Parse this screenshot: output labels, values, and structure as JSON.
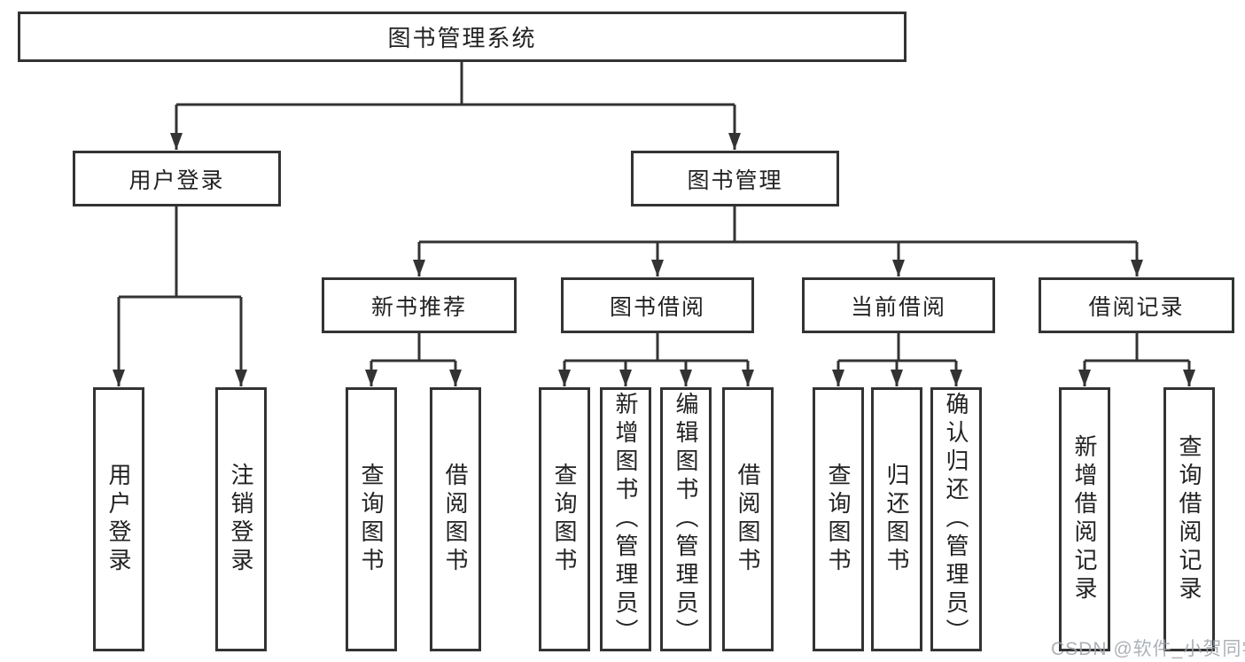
{
  "diagram": {
    "root": "图书管理系统",
    "branches": [
      {
        "label": "用户登录",
        "children": [
          "用户登录",
          "注销登录"
        ]
      },
      {
        "label": "图书管理",
        "children": [
          {
            "label": "新书推荐",
            "children": [
              "查询图书",
              "借阅图书"
            ]
          },
          {
            "label": "图书借阅",
            "children": [
              "查询图书",
              "新增图书（管理员）",
              "编辑图书（管理员）",
              "借阅图书"
            ]
          },
          {
            "label": "当前借阅",
            "children": [
              "查询图书",
              "归还图书",
              "确认归还（管理员）"
            ]
          },
          {
            "label": "借阅记录",
            "children": [
              "新增借阅记录",
              "查询借阅记录"
            ]
          }
        ]
      }
    ]
  },
  "watermark": {
    "text": "CSDN @软件_小贺同学"
  },
  "colors": {
    "line": "#333333",
    "text": "#222222",
    "background": "#ffffff",
    "watermark": "#9ea4aa"
  }
}
